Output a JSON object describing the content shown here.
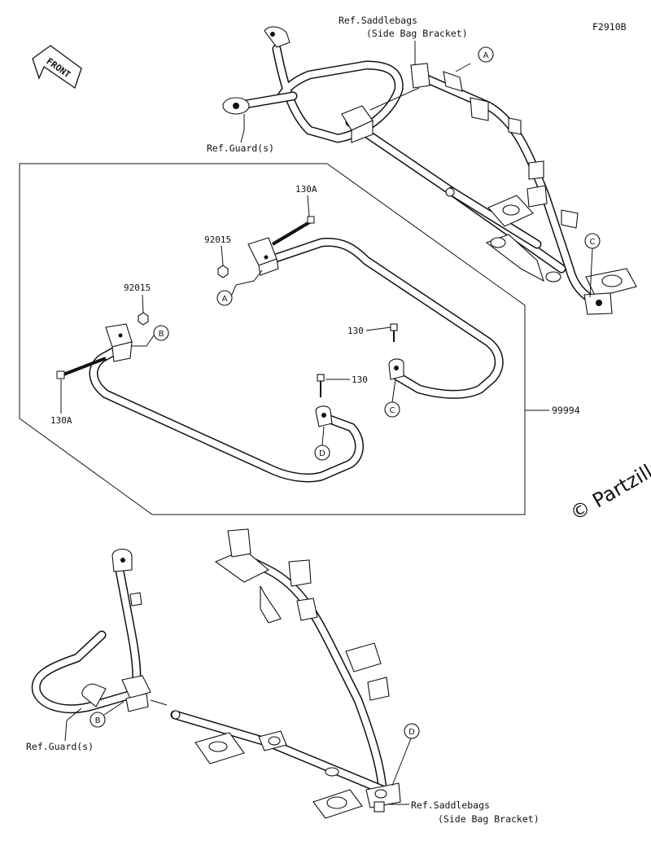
{
  "figure_code": "F2910B",
  "watermark": "© Partzilla",
  "front_label": "FRONT",
  "refs": {
    "saddlebags_top_line1": "Ref.Saddlebags",
    "saddlebags_top_line2": "(Side Bag Bracket)",
    "guard_top": "Ref.Guard(s)",
    "guard_bottom": "Ref.Guard(s)",
    "saddlebags_bottom_line1": "Ref.Saddlebags",
    "saddlebags_bottom_line2": "(Side Bag Bracket)"
  },
  "parts": {
    "bolt_130a_top": "130A",
    "nut_92015_top": "92015",
    "nut_92015_left": "92015",
    "bolt_130a_left": "130A",
    "bolt_130_right": "130",
    "bolt_130_center": "130",
    "assembly": "99994"
  },
  "callouts": {
    "a_top": "A",
    "c_top": "C",
    "a_box": "A",
    "b_box": "B",
    "c_box": "C",
    "d_box": "D",
    "b_bottom": "B",
    "d_bottom": "D"
  }
}
